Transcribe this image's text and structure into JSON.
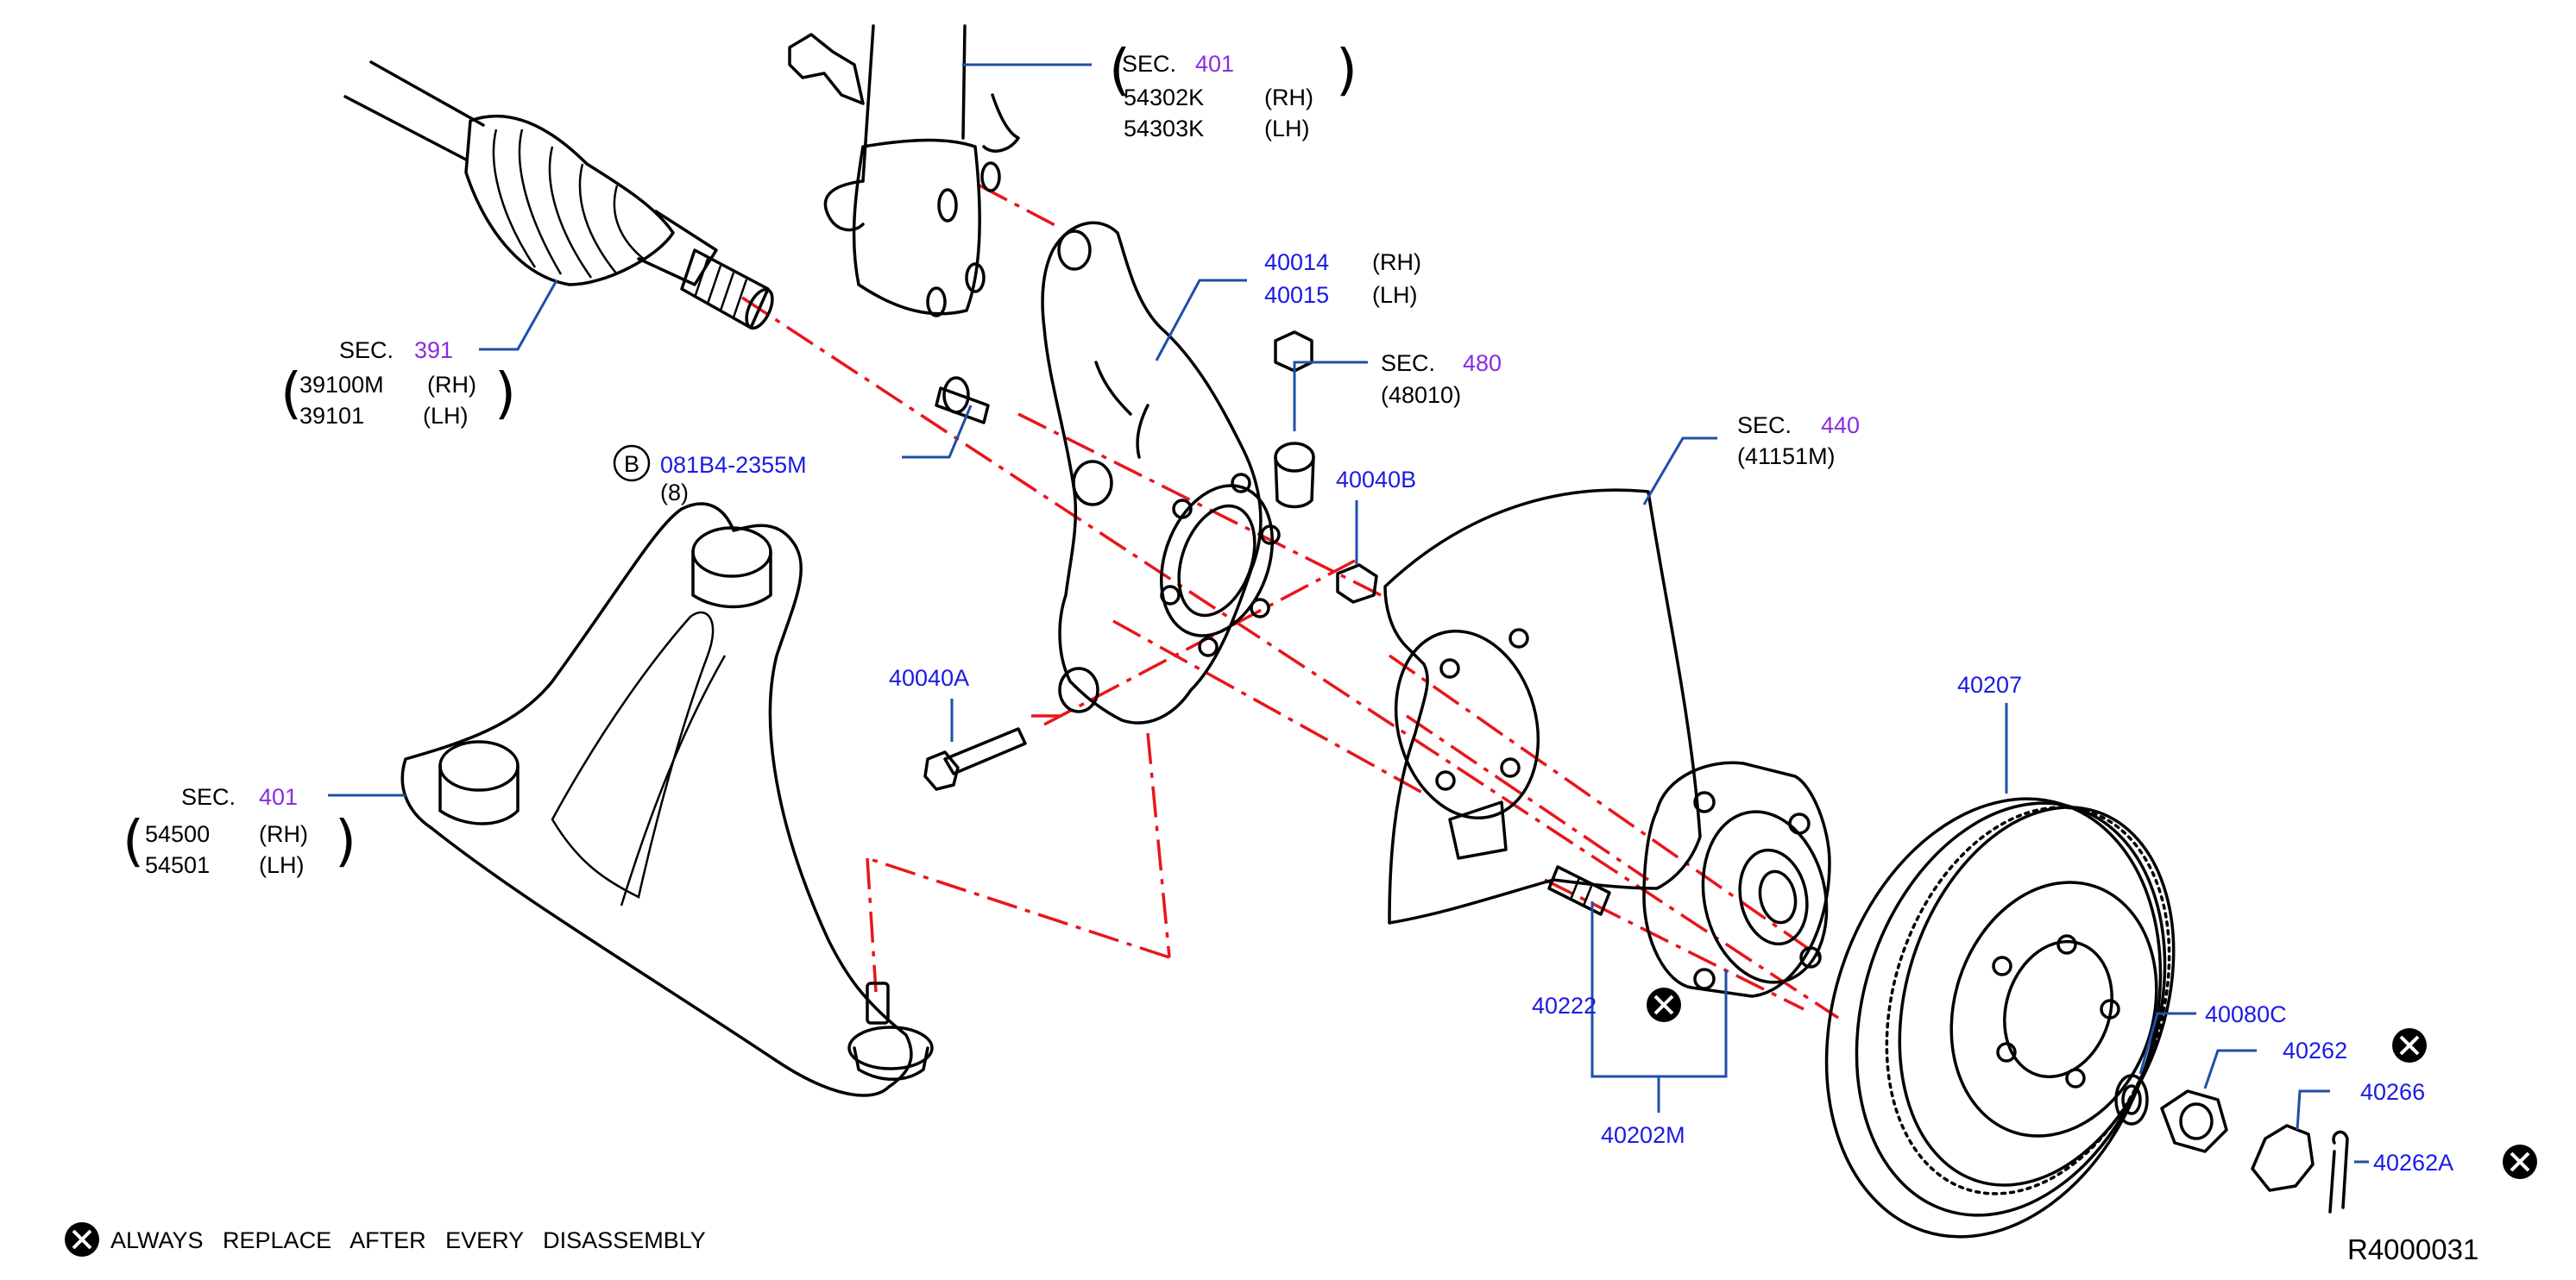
{
  "labels": {
    "strut_sec": "SEC.",
    "strut_sec_num": "401",
    "strut_rh": "54302K",
    "strut_rh_side": "(RH)",
    "strut_lh": "54303K",
    "strut_lh_side": "(LH)",
    "knuckle_rh": "40014",
    "knuckle_rh_side": "(RH)",
    "knuckle_lh": "40015",
    "knuckle_lh_side": "(LH)",
    "nut480_sec": "SEC.",
    "nut480_num": "480",
    "nut480_part": "(48010)",
    "shaft_sec": "SEC.",
    "shaft_sec_num": "391",
    "shaft_rh": "39100M",
    "shaft_rh_side": "(RH)",
    "shaft_lh": "39101",
    "shaft_lh_side": "(LH)",
    "bolt_b_letter": "B",
    "bolt_b": "081B4-2355M",
    "bolt_b_qty": "(8)",
    "plate_sec": "SEC.",
    "plate_num": "440",
    "plate_part": "(41151M)",
    "nut_40040b": "40040B",
    "bolt_40040a": "40040A",
    "arm_sec": "SEC.",
    "arm_sec_num": "401",
    "arm_rh": "54500",
    "arm_rh_side": "(RH)",
    "arm_lh": "54501",
    "arm_lh_side": "(LH)",
    "rotor": "40207",
    "stud": "40222",
    "hub_assy": "40202M",
    "washer": "40080C",
    "hub_nut": "40262",
    "cap": "40266",
    "pin": "40262A",
    "note": "ALWAYS   REPLACE   AFTER   EVERY   DISASSEMBLY",
    "ref": "R4000031"
  },
  "icons": {
    "replace_mark": "x-circle-icon"
  },
  "colors": {
    "label_part": "#1a1ae6",
    "label_section": "#8b2be2",
    "leader": "#1f4fa8",
    "axis": "#e8161b"
  }
}
